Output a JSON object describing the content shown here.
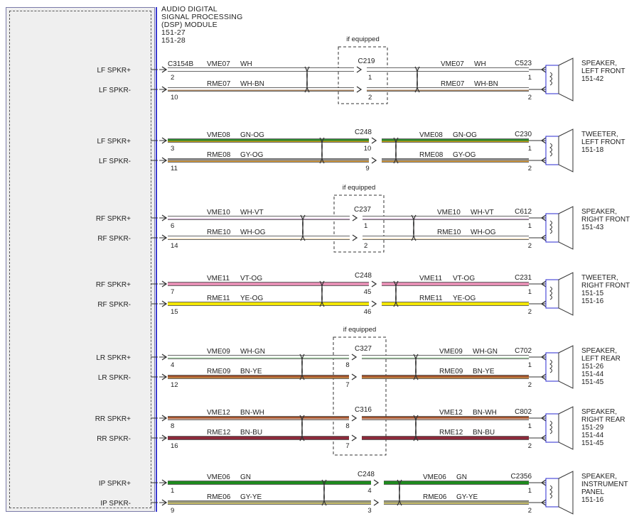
{
  "module": {
    "title": "AUDIO DIGITAL\nSIGNAL PROCESSING\n(DSP) MODULE\n151-27\n151-28"
  },
  "groups": [
    {
      "id": "lf-speaker",
      "optional": true,
      "optional_label": "if equipped",
      "source_connector": "C3154B",
      "mid_connector": "C219",
      "end_connector": "C523",
      "device_label": "SPEAKER,\nLEFT FRONT\n151-42",
      "device_type": "speaker",
      "pins": [
        {
          "name": "LF SPKR+",
          "src_pin": "2",
          "mid_in": "",
          "mid_out": "1",
          "end_pin": "1",
          "circuit": "VME07",
          "color_code": "WH",
          "circuit_out": "VME07",
          "color_code_out": "WH",
          "color": "#ffffff",
          "stripe": "#ffffff"
        },
        {
          "name": "LF SPKR-",
          "src_pin": "10",
          "mid_in": "",
          "mid_out": "2",
          "end_pin": "2",
          "circuit": "RME07",
          "color_code": "WH-BN",
          "circuit_out": "RME07",
          "color_code_out": "WH-BN",
          "color": "#ffffff",
          "stripe": "#8b5a2b"
        }
      ]
    },
    {
      "id": "lf-tweeter",
      "optional": false,
      "optional_label": "",
      "source_connector": "",
      "mid_connector": "C248",
      "end_connector": "C230",
      "device_label": "TWEETER,\nLEFT FRONT\n151-18",
      "device_type": "tweeter",
      "pins": [
        {
          "name": "LF SPKR+",
          "src_pin": "3",
          "mid_in": "10",
          "mid_out": "",
          "end_pin": "1",
          "circuit": "VME08",
          "color_code": "GN-OG",
          "circuit_out": "VME08",
          "color_code_out": "GN-OG",
          "color": "#2e8b2e",
          "stripe": "#f39c12"
        },
        {
          "name": "LF SPKR-",
          "src_pin": "11",
          "mid_in": "9",
          "mid_out": "",
          "end_pin": "2",
          "circuit": "RME08",
          "color_code": "GY-OG",
          "circuit_out": "RME08",
          "color_code_out": "GY-OG",
          "color": "#8c8c8c",
          "stripe": "#f39c12"
        }
      ]
    },
    {
      "id": "rf-speaker",
      "optional": true,
      "optional_label": "if equipped",
      "source_connector": "",
      "mid_connector": "C237",
      "end_connector": "C612",
      "device_label": "SPEAKER,\nRIGHT FRONT\n151-43",
      "device_type": "speaker",
      "pins": [
        {
          "name": "RF SPKR+",
          "src_pin": "6",
          "mid_in": "",
          "mid_out": "1",
          "end_pin": "1",
          "circuit": "VME10",
          "color_code": "WH-VT",
          "circuit_out": "VME10",
          "color_code_out": "WH-VT",
          "color": "#ffffff",
          "stripe": "#c8a2c8"
        },
        {
          "name": "RF SPKR-",
          "src_pin": "14",
          "mid_in": "",
          "mid_out": "2",
          "end_pin": "2",
          "circuit": "RME10",
          "color_code": "WH-OG",
          "circuit_out": "RME10",
          "color_code_out": "WH-OG",
          "color": "#ffffff",
          "stripe": "#f5deb3"
        }
      ]
    },
    {
      "id": "rf-tweeter",
      "optional": false,
      "optional_label": "",
      "source_connector": "",
      "mid_connector": "C248",
      "end_connector": "C231",
      "device_label": "TWEETER,\nRIGHT FRONT\n151-15\n151-16",
      "device_type": "tweeter",
      "pins": [
        {
          "name": "RF SPKR+",
          "src_pin": "7",
          "mid_in": "45",
          "mid_out": "",
          "end_pin": "1",
          "circuit": "VME11",
          "color_code": "VT-OG",
          "circuit_out": "VME11",
          "color_code_out": "VT-OG",
          "color": "#e58fb4",
          "stripe": "#e58fb4"
        },
        {
          "name": "RF SPKR-",
          "src_pin": "15",
          "mid_in": "46",
          "mid_out": "",
          "end_pin": "2",
          "circuit": "RME11",
          "color_code": "YE-OG",
          "circuit_out": "RME11",
          "color_code_out": "YE-OG",
          "color": "#f2e600",
          "stripe": "#f2e600"
        }
      ]
    },
    {
      "id": "lr-speaker",
      "optional": true,
      "optional_label": "if equipped",
      "source_connector": "",
      "mid_connector": "C327",
      "end_connector": "C702",
      "device_label": "SPEAKER,\nLEFT REAR\n151-26\n151-44\n151-45",
      "device_type": "speaker",
      "pins": [
        {
          "name": "LR SPKR+",
          "src_pin": "4",
          "mid_in": "8",
          "mid_out": "",
          "end_pin": "1",
          "circuit": "VME09",
          "color_code": "WH-GN",
          "circuit_out": "VME09",
          "color_code_out": "WH-GN",
          "color": "#ffffff",
          "stripe": "#9acd9a"
        },
        {
          "name": "LR SPKR-",
          "src_pin": "12",
          "mid_in": "7",
          "mid_out": "",
          "end_pin": "2",
          "circuit": "RME09",
          "color_code": "BN-YE",
          "circuit_out": "RME09",
          "color_code_out": "BN-YE",
          "color": "#a0522d",
          "stripe": "#d2a050"
        }
      ]
    },
    {
      "id": "rr-speaker",
      "optional": true,
      "optional_label": "",
      "source_connector": "",
      "mid_connector": "C316",
      "end_connector": "C802",
      "device_label": "SPEAKER,\nRIGHT REAR\n151-29\n151-44\n151-45",
      "device_type": "speaker",
      "pins": [
        {
          "name": "RR SPKR+",
          "src_pin": "8",
          "mid_in": "8",
          "mid_out": "",
          "end_pin": "1",
          "circuit": "VME12",
          "color_code": "BN-WH",
          "circuit_out": "VME12",
          "color_code_out": "BN-WH",
          "color": "#a0522d",
          "stripe": "#f0d0c0"
        },
        {
          "name": "RR SPKR-",
          "src_pin": "16",
          "mid_in": "7",
          "mid_out": "",
          "end_pin": "2",
          "circuit": "RME12",
          "color_code": "BN-BU",
          "circuit_out": "RME12",
          "color_code_out": "BN-BU",
          "color": "#8b2a3a",
          "stripe": "#8b2a3a"
        }
      ]
    },
    {
      "id": "ip-speaker",
      "optional": false,
      "optional_label": "",
      "source_connector": "",
      "mid_connector": "C248",
      "end_connector": "C2356",
      "device_label": "SPEAKER,\nINSTRUMENT\nPANEL\n151-16",
      "device_type": "speaker",
      "pins": [
        {
          "name": "IP SPKR+",
          "src_pin": "1",
          "mid_in": "4",
          "mid_out": "",
          "end_pin": "1",
          "circuit": "VME06",
          "color_code": "GN",
          "circuit_out": "VME06",
          "color_code_out": "GN",
          "color": "#1f8a1f",
          "stripe": "#1f8a1f"
        },
        {
          "name": "IP SPKR-",
          "src_pin": "9",
          "mid_in": "3",
          "mid_out": "",
          "end_pin": "2",
          "circuit": "RME06",
          "color_code": "GY-YE",
          "circuit_out": "RME06",
          "color_code_out": "GY-YE",
          "color": "#9a9a7a",
          "stripe": "#e0d060"
        }
      ]
    }
  ],
  "colors": {
    "line": "#333333",
    "module_border": "#3a3ad0",
    "device_border": "#2a2ad0"
  },
  "icons": [
    "speaker-icon",
    "tweeter-icon",
    "connector-arrow-icon",
    "twisted-pair-icon"
  ]
}
